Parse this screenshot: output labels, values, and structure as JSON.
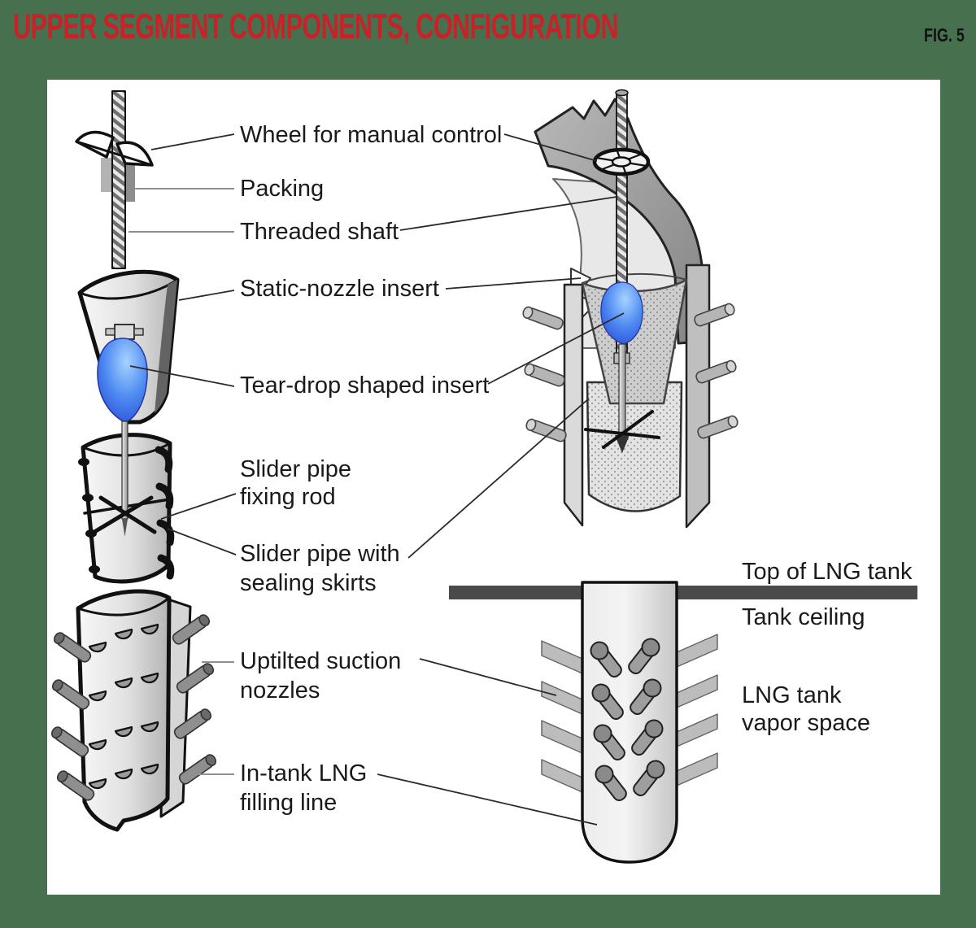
{
  "header": {
    "title": "UPPER SEGMENT COMPONENTS, CONFIGURATION",
    "figure_label": "FIG. 5"
  },
  "colors": {
    "background": "#47714E",
    "title_red": "#C92127",
    "figure_label": "#111111",
    "panel": "#FFFFFF",
    "label_text": "#1A1A1A",
    "leader_dark": "#2A2A2A",
    "leader_gray": "#8F8F8F",
    "ceiling_bar": "#4A4A4A",
    "teardrop_light": "#A6D2FF",
    "teardrop_mid": "#4F8BF2",
    "teardrop_dark": "#1C38CF",
    "metal_light": "#F8F8F8",
    "metal_dark": "#B4B4B4",
    "outline": "#111111"
  },
  "diagram": {
    "labels": {
      "wheel_manual_control": "Wheel for manual control",
      "packing": "Packing",
      "threaded_shaft": "Threaded shaft",
      "static_nozzle_insert": "Static-nozzle insert",
      "teardrop_insert": "Tear-drop shaped insert",
      "slider_fixing_line1": "Slider pipe",
      "slider_fixing_line2": "fixing rod",
      "slider_skirts_line1": "Slider pipe with",
      "slider_skirts_line2": "sealing skirts",
      "suction_line1": "Uptilted suction",
      "suction_line2": "nozzles",
      "filling_line1": "In-tank LNG",
      "filling_line2": "filling line",
      "top_of_tank": "Top of LNG tank",
      "tank_ceiling": "Tank ceiling",
      "vapor_line1": "LNG tank",
      "vapor_line2": "vapor space"
    }
  }
}
